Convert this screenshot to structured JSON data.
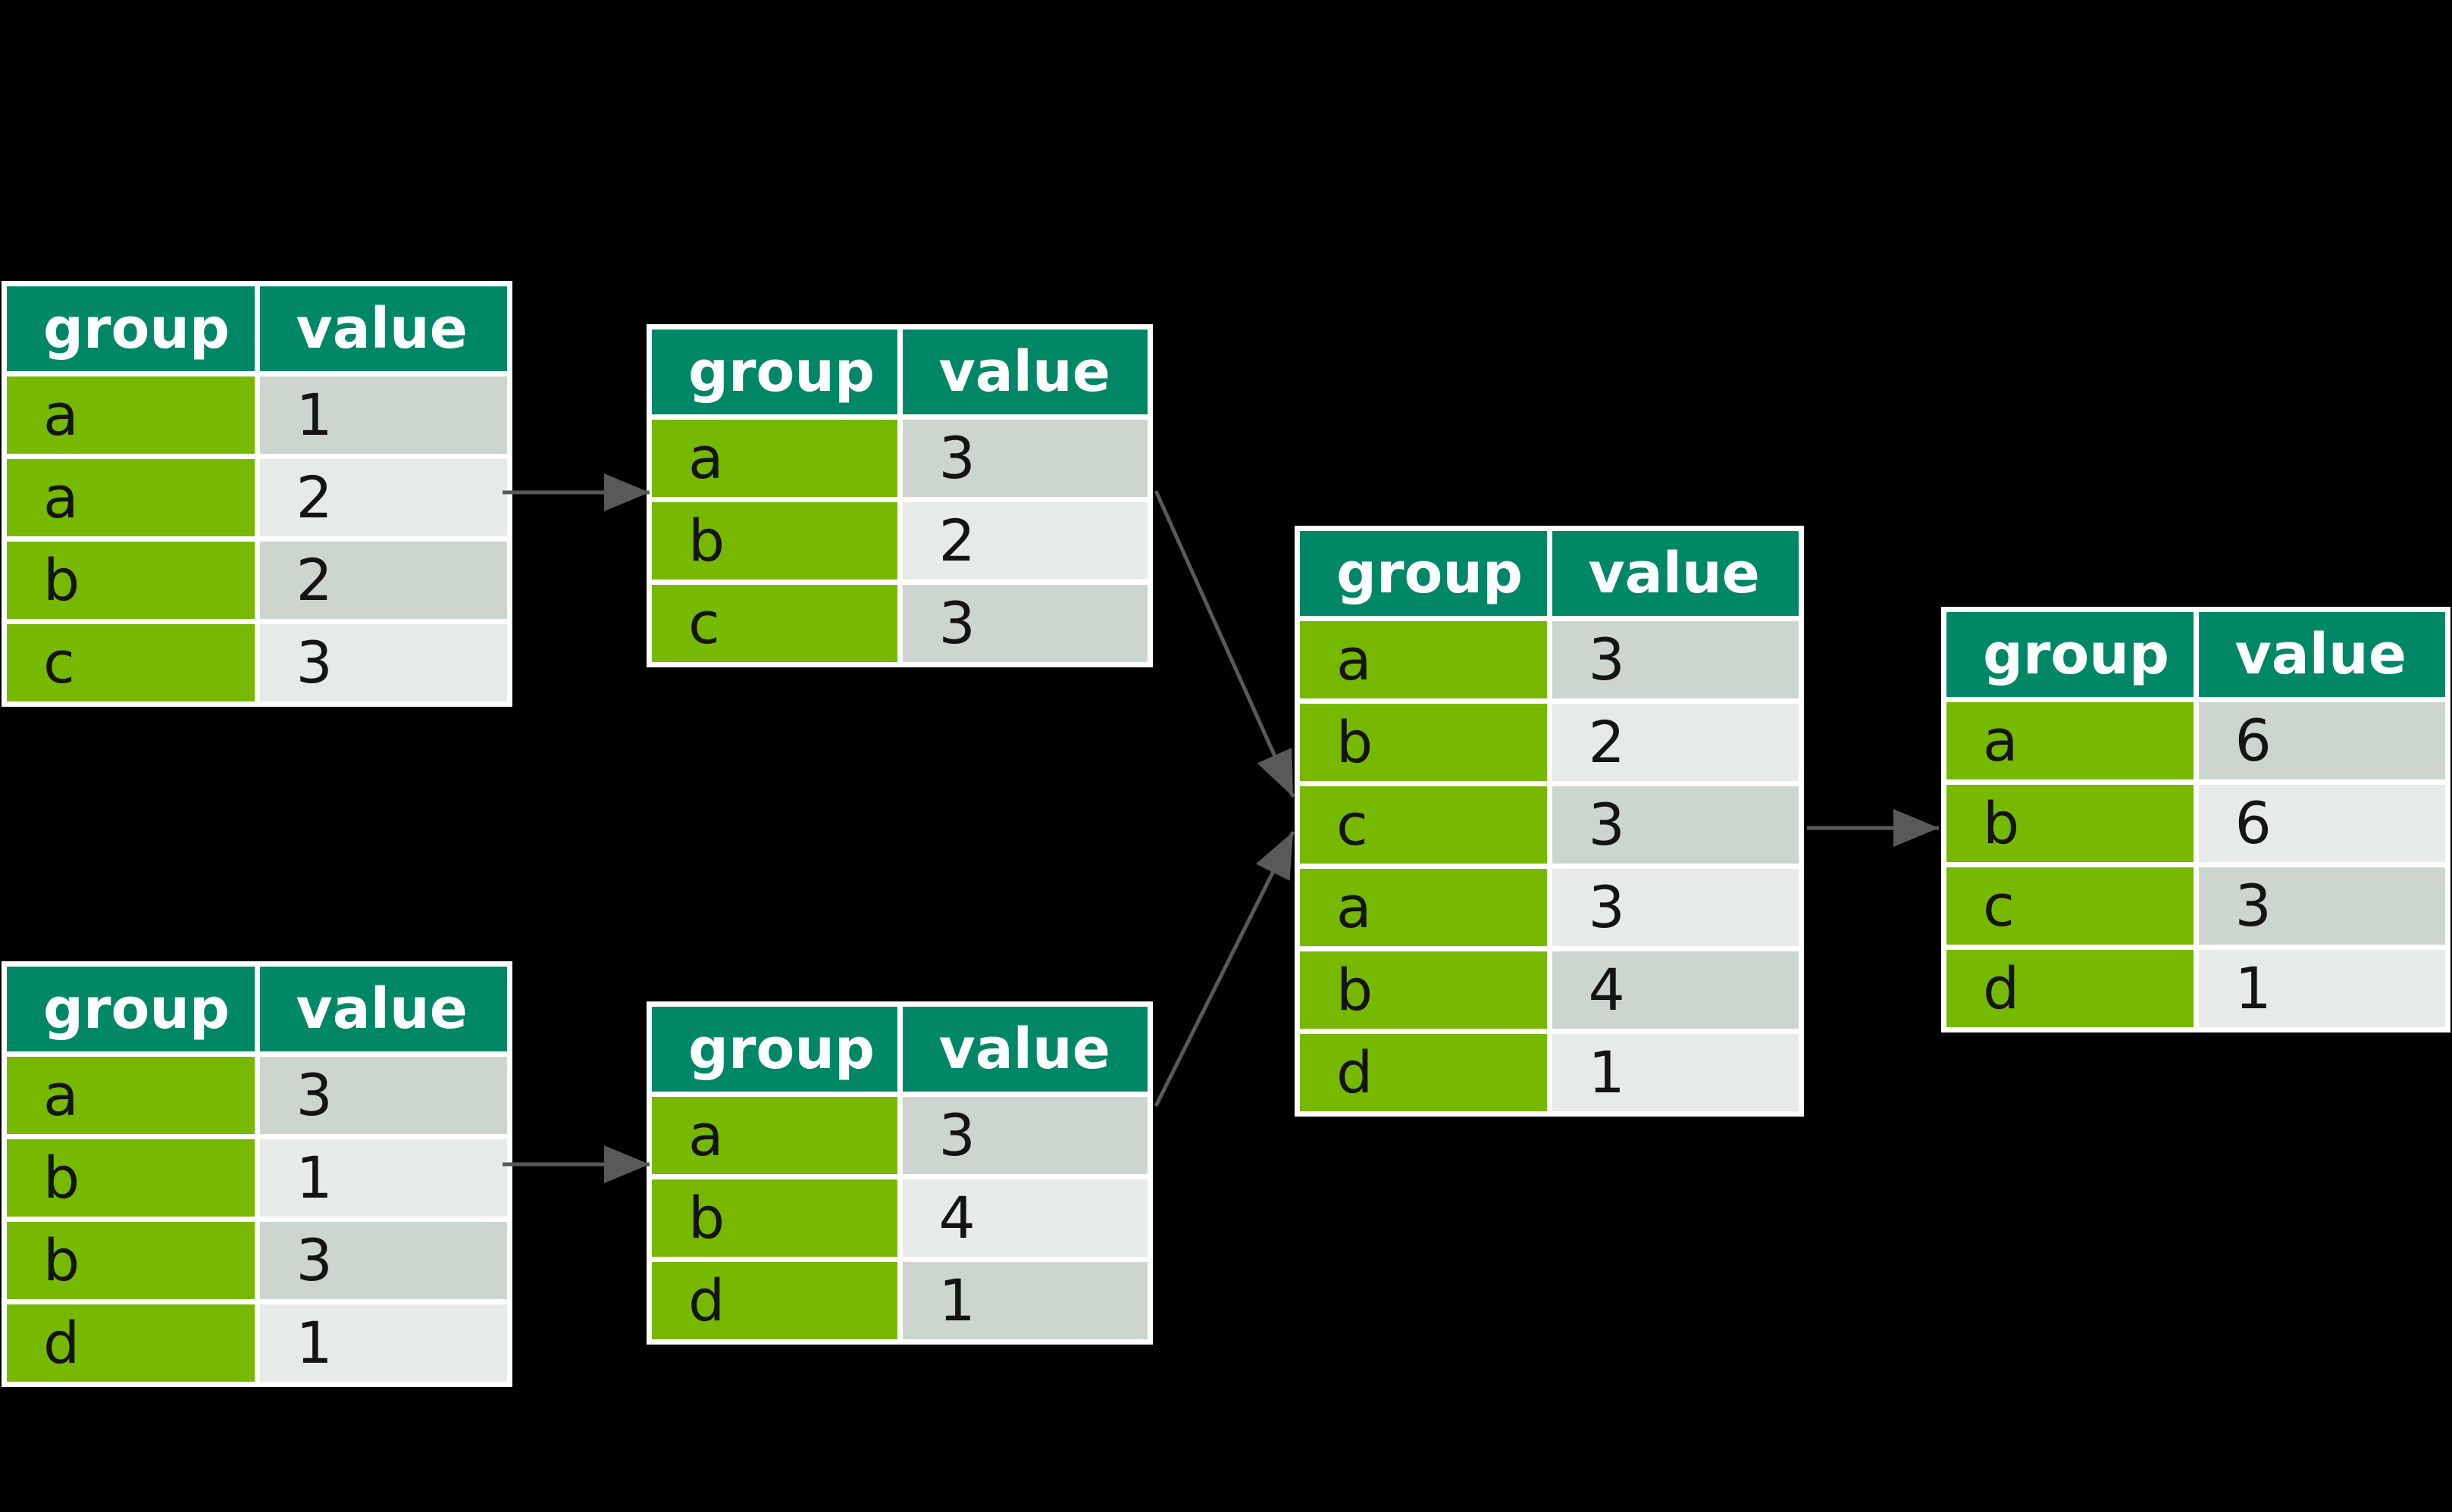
{
  "colors": {
    "background": "#000000",
    "table_border": "#ffffff",
    "header_bg": "#008766",
    "header_text": "#ffffff",
    "group_cell_bg": "#76b900",
    "cell_text": "#141414",
    "value_row_odd_bg": "#ccd6cf",
    "value_row_even_bg": "#e6ebe8",
    "arrow": "#595959"
  },
  "column_headers": [
    "group",
    "value"
  ],
  "tables": [
    {
      "role": "input-top",
      "headers": [
        "group",
        "value"
      ],
      "rows": [
        [
          "a",
          "1"
        ],
        [
          "a",
          "2"
        ],
        [
          "b",
          "2"
        ],
        [
          "c",
          "3"
        ]
      ]
    },
    {
      "role": "summary-top",
      "headers": [
        "group",
        "value"
      ],
      "rows": [
        [
          "a",
          "3"
        ],
        [
          "b",
          "2"
        ],
        [
          "c",
          "3"
        ]
      ]
    },
    {
      "role": "input-bottom",
      "headers": [
        "group",
        "value"
      ],
      "rows": [
        [
          "a",
          "3"
        ],
        [
          "b",
          "1"
        ],
        [
          "b",
          "3"
        ],
        [
          "d",
          "1"
        ]
      ]
    },
    {
      "role": "summary-bottom",
      "headers": [
        "group",
        "value"
      ],
      "rows": [
        [
          "a",
          "3"
        ],
        [
          "b",
          "4"
        ],
        [
          "d",
          "1"
        ]
      ]
    },
    {
      "role": "combined",
      "headers": [
        "group",
        "value"
      ],
      "rows": [
        [
          "a",
          "3"
        ],
        [
          "b",
          "2"
        ],
        [
          "c",
          "3"
        ],
        [
          "a",
          "3"
        ],
        [
          "b",
          "4"
        ],
        [
          "d",
          "1"
        ]
      ]
    },
    {
      "role": "output",
      "headers": [
        "group",
        "value"
      ],
      "rows": [
        [
          "a",
          "6"
        ],
        [
          "b",
          "6"
        ],
        [
          "c",
          "3"
        ],
        [
          "d",
          "1"
        ]
      ]
    }
  ]
}
